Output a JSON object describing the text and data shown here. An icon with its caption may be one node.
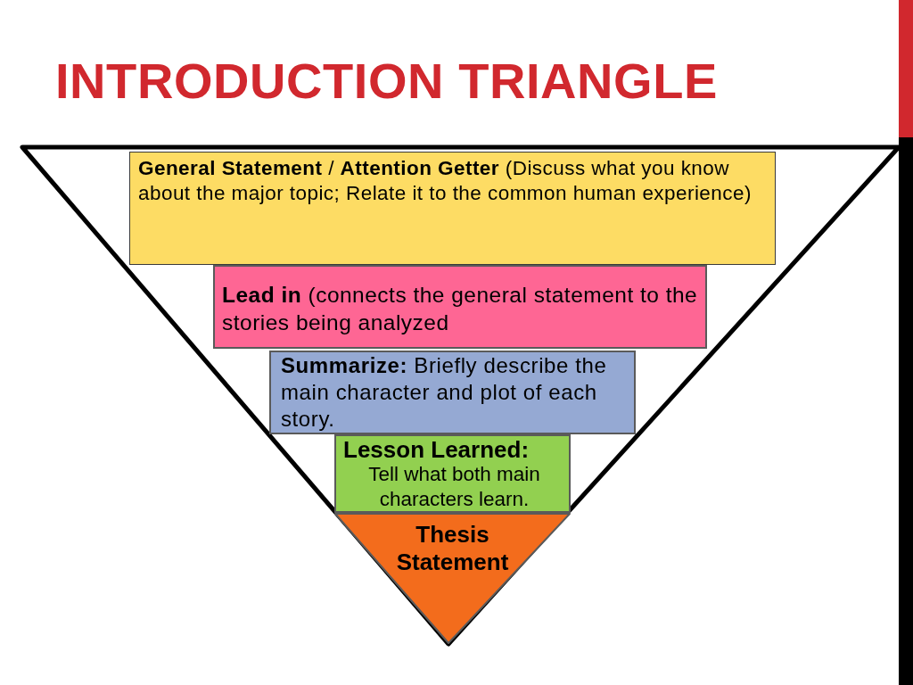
{
  "diagram": {
    "title": "INTRODUCTION TRIANGLE",
    "nodes": [
      {
        "text": [],
        "shape": "triangle"
      },
      {
        "text": [
          "**General Statement** / **Attention Getter** (Discuss what you know about the major topic; Relate it to the common human experience)"
        ],
        "in": 0
      },
      {
        "text": [
          "**Lead in** (connects the general statement to the stories being analyzed"
        ],
        "in": 0
      },
      {
        "text": [
          "**Summarize:** Briefly describe the main character and plot of each story."
        ],
        "in": 0
      },
      {
        "text": [
          "Lesson Learned:",
          "Tell what both main characters learn."
        ],
        "in": 0
      },
      {
        "text": [
          "Thesis Statement"
        ],
        "in": 0
      }
    ]
  }
}
